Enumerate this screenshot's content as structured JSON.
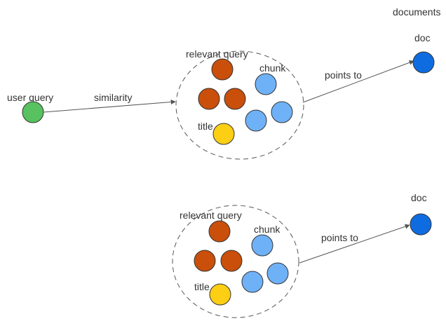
{
  "colors": {
    "user_query": "#57c25f",
    "relevant_query": "#c94f0a",
    "chunk": "#6fb1f7",
    "title": "#fcce14",
    "doc": "#0f6ce0",
    "line": "#555555"
  },
  "top_group": {
    "user_query_label": "user query",
    "similarity_label": "similarity",
    "relevant_query_label": "relevant query",
    "chunk_label": "chunk",
    "title_label": "title",
    "points_to_label": "points to",
    "documents_label": "documents",
    "doc_label": "doc"
  },
  "bottom_group": {
    "relevant_query_label": "relevant query",
    "chunk_label": "chunk",
    "title_label": "title",
    "points_to_label": "points to",
    "doc_label": "doc"
  }
}
